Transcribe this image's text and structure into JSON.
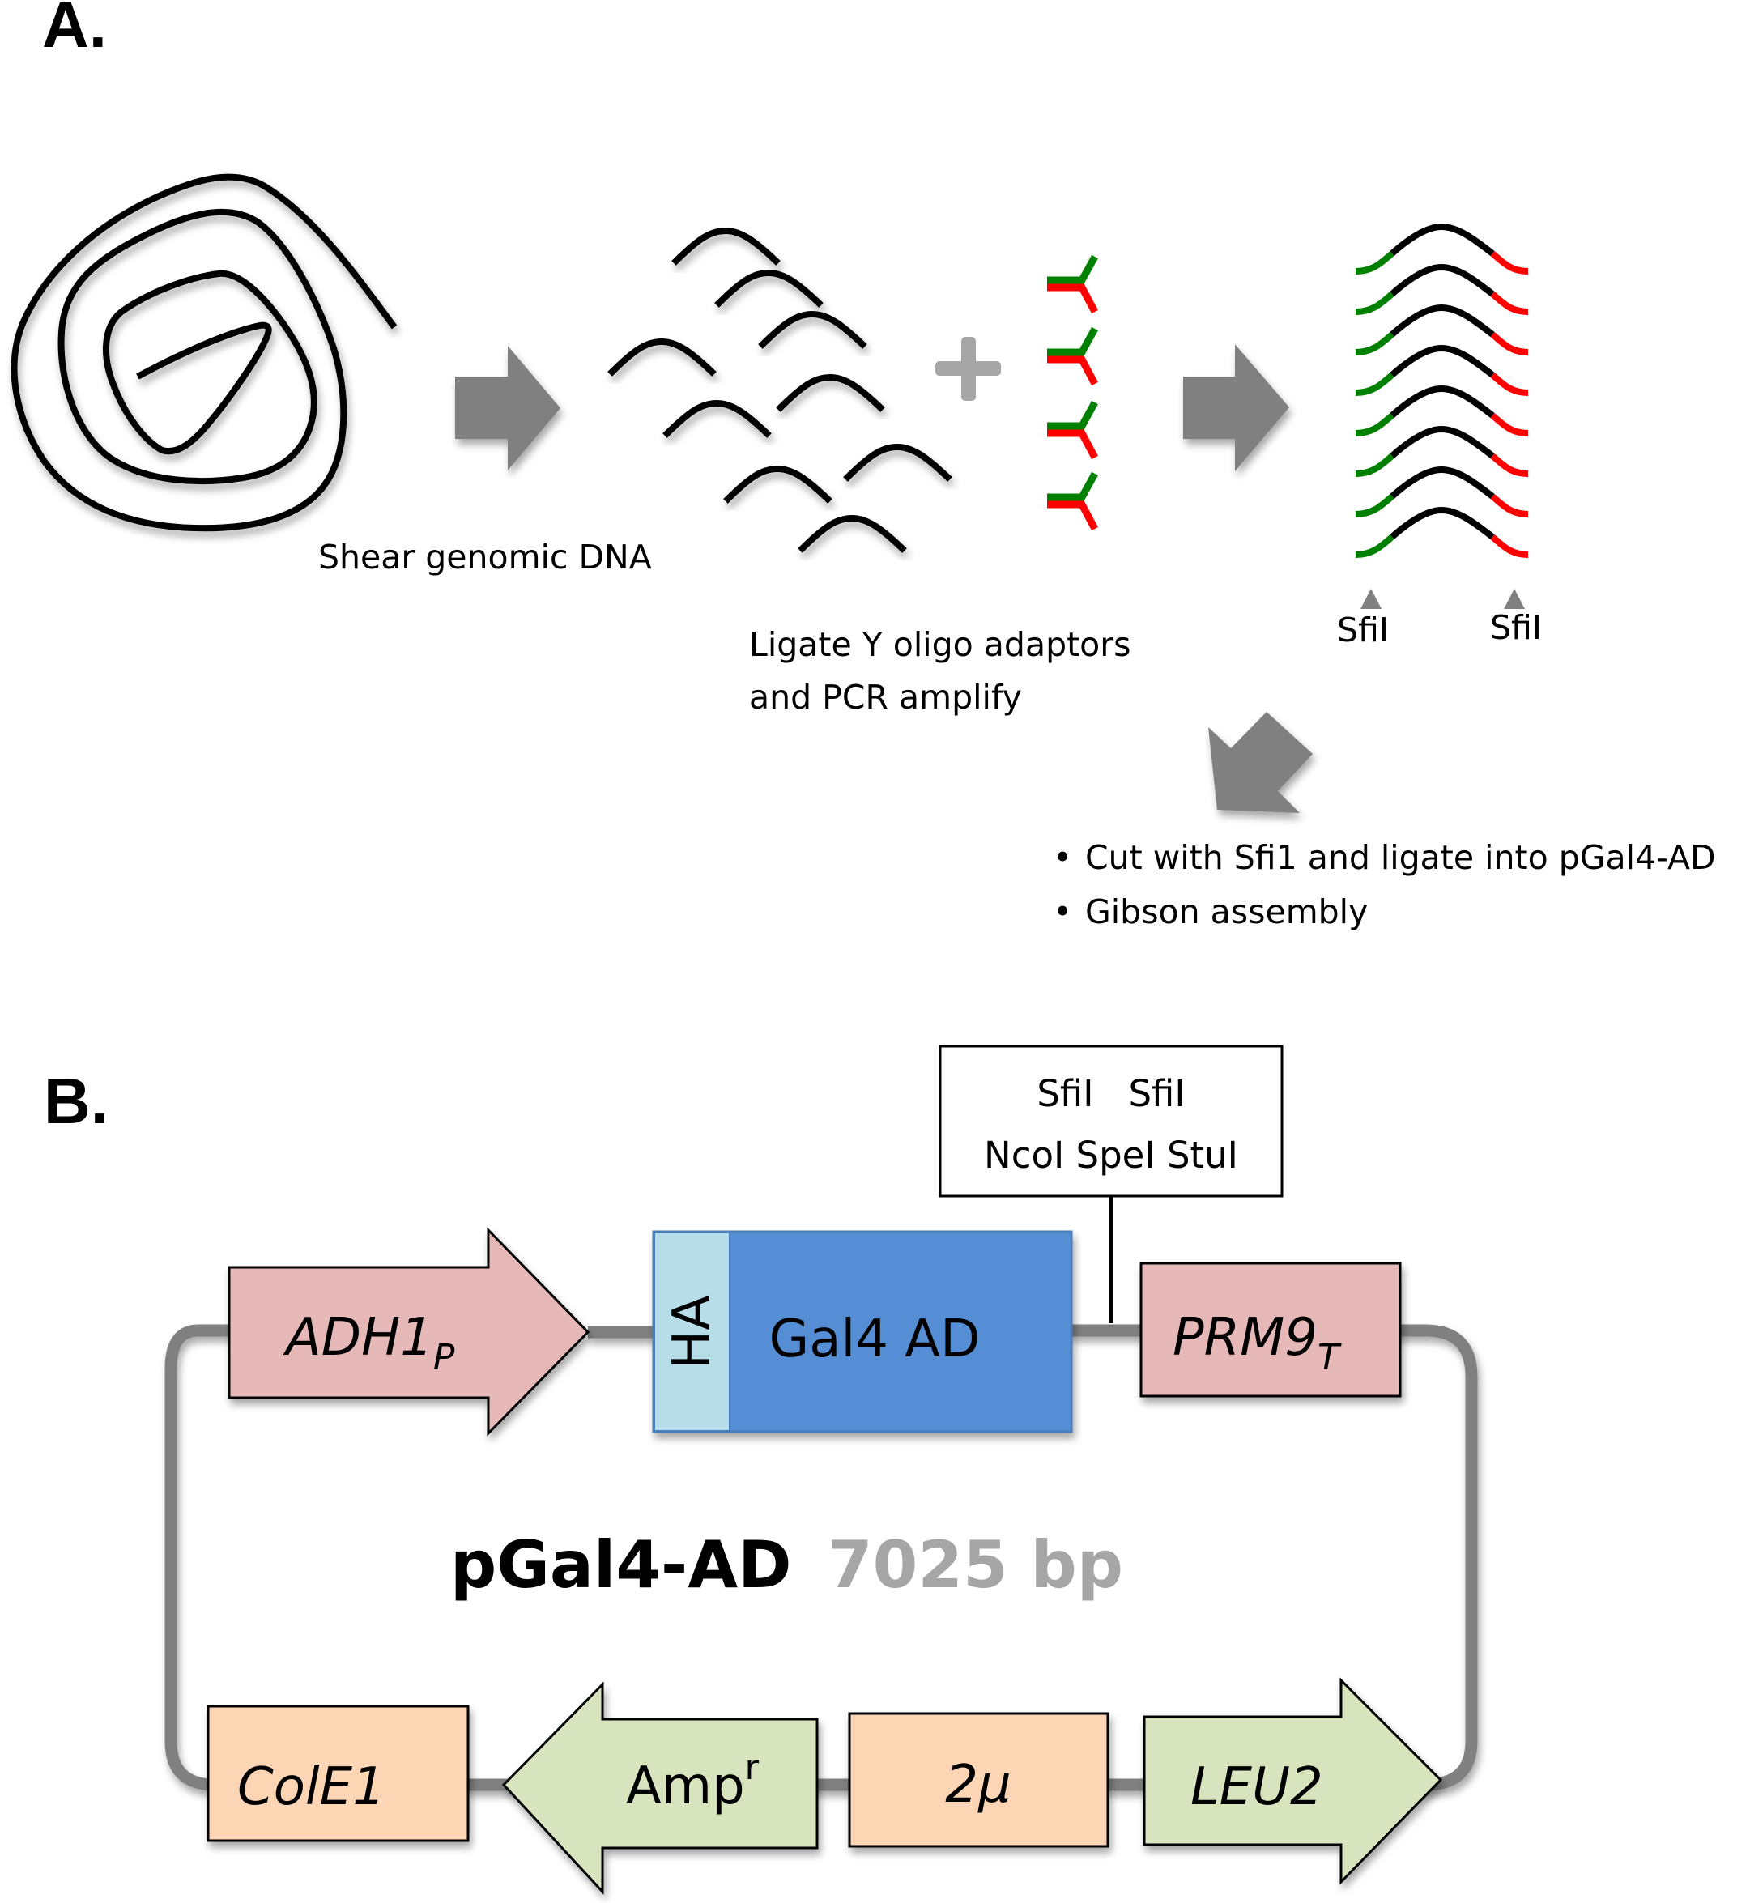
{
  "panel_a": {
    "label": "A.",
    "step1_caption": "Shear genomic DNA",
    "step2_caption_line1": "Ligate Y oligo adaptors",
    "step2_caption_line2": "and PCR amplify",
    "plus_symbol": "+",
    "fragment_count": 9,
    "adaptor_count": 4,
    "amplified_fragment_count": 8,
    "site_left_label": "SfiI",
    "site_right_label": "SfiI",
    "next_steps": [
      "Cut with Sfi1 and ligate into pGal4-AD",
      "Gibson assembly"
    ],
    "bullet": "•",
    "colors": {
      "dna": "#000000",
      "adaptor_top": "#008000",
      "adaptor_bottom": "#ff0000",
      "arrow": "#808080",
      "plus": "#a6a6a6",
      "site_marker": "#808080"
    }
  },
  "panel_b": {
    "label": "B.",
    "plasmid_name": "pGal4-AD",
    "plasmid_size": "7025 bp",
    "mcs_sites_line1": "SfiI   SfiI",
    "mcs_sites_line2": "NcoI SpeI StuI",
    "features": {
      "adh1_promoter": {
        "name": "ADH1",
        "sub": "P",
        "type": "promoter",
        "direction": "forward",
        "color": "#e6b9b8"
      },
      "ha_tag": {
        "name": "HA",
        "type": "tag",
        "color": "#b7dde8"
      },
      "gal4_ad": {
        "name": "Gal4 AD",
        "type": "cds",
        "color": "#558ed5"
      },
      "prm9_terminator": {
        "name": "PRM9",
        "sub": "T",
        "type": "terminator",
        "color": "#e6b9b8"
      },
      "cole1_ori": {
        "name": "ColE1",
        "type": "origin",
        "color": "#fcd5b5"
      },
      "amp_resistance": {
        "name": "Amp",
        "sup": "r",
        "type": "marker",
        "direction": "reverse",
        "color": "#d7e4bd"
      },
      "two_micron_ori": {
        "name": "2μ",
        "type": "origin",
        "color": "#fcd5b5"
      },
      "leu2_marker": {
        "name": "LEU2",
        "type": "marker",
        "direction": "forward",
        "color": "#d7e4bd"
      }
    },
    "backbone_color": "#808080"
  }
}
